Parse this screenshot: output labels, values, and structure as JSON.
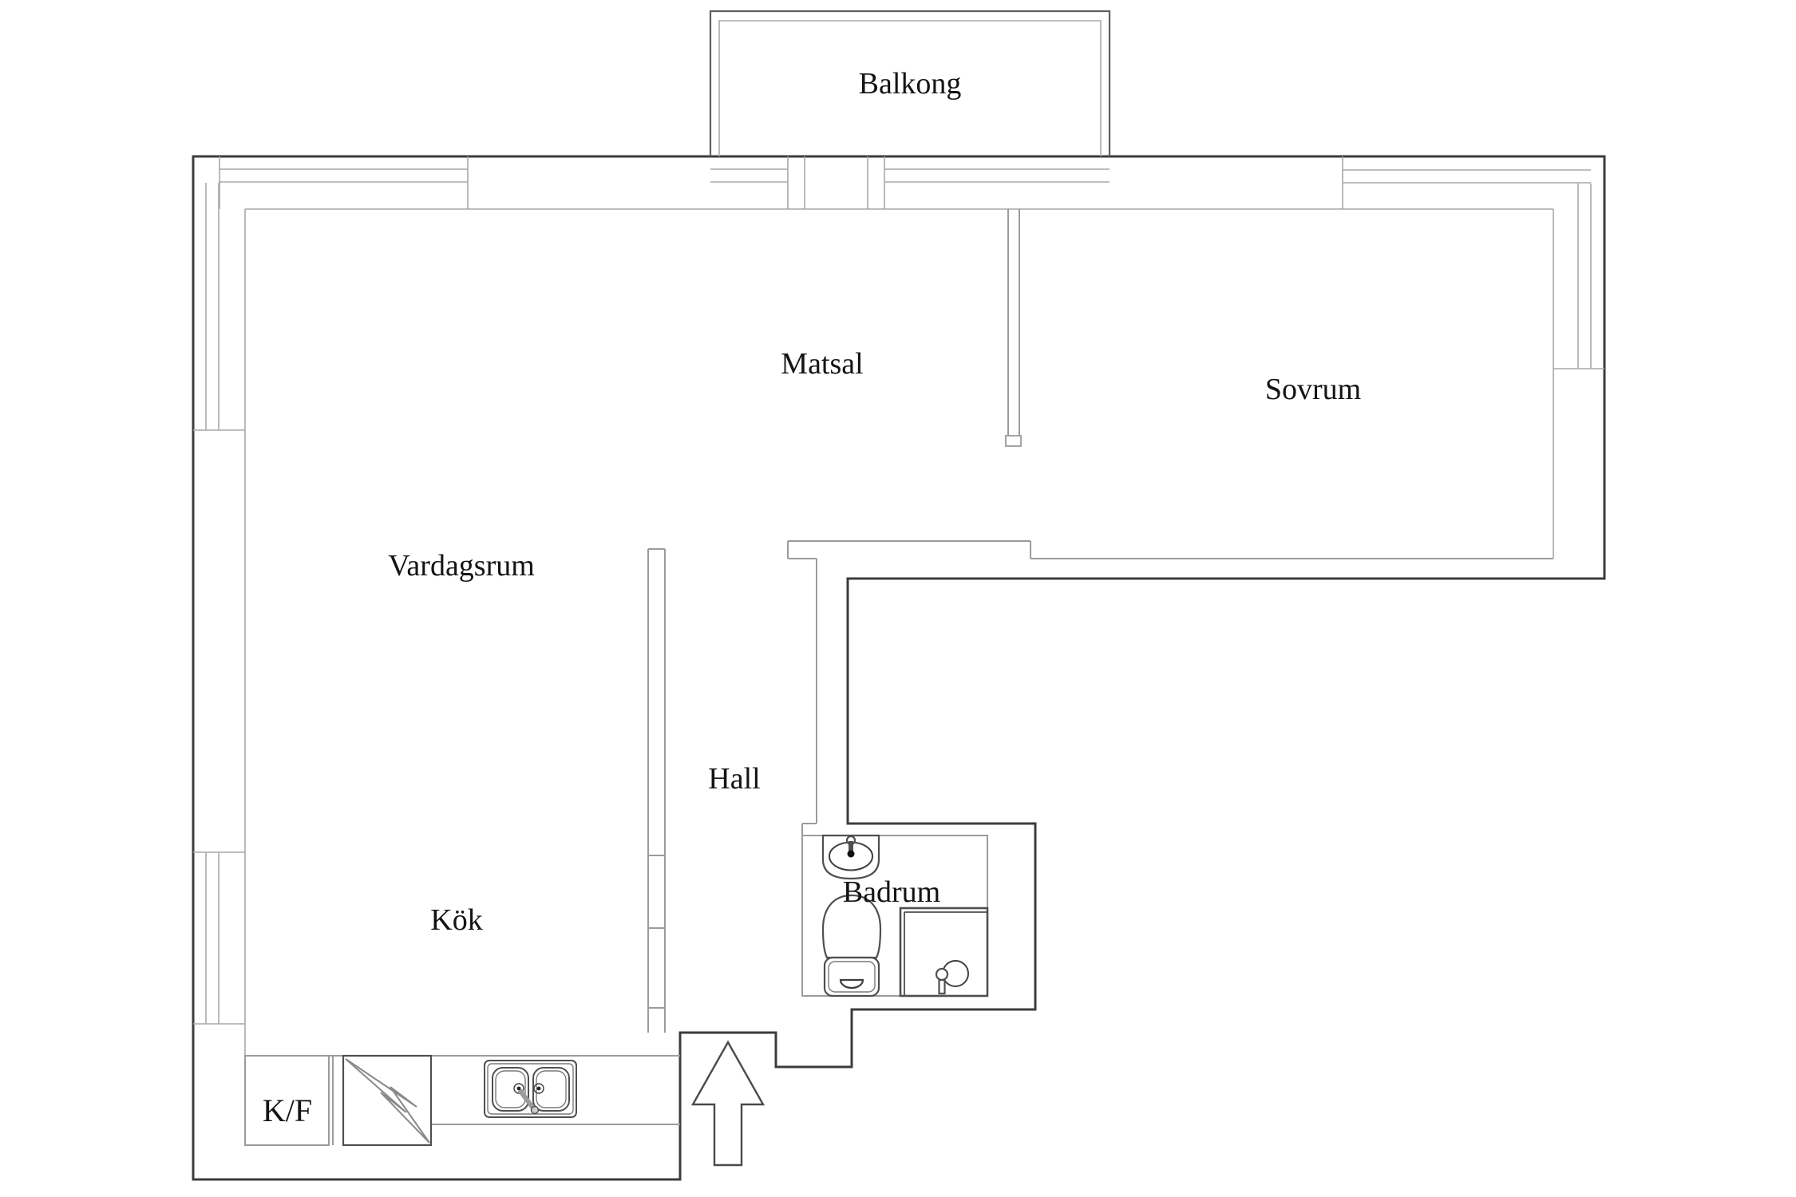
{
  "floorplan": {
    "rooms": [
      {
        "id": "balkong",
        "label": "Balkong"
      },
      {
        "id": "matsal",
        "label": "Matsal"
      },
      {
        "id": "sovrum",
        "label": "Sovrum"
      },
      {
        "id": "vardagsrum",
        "label": "Vardagsrum"
      },
      {
        "id": "hall",
        "label": "Hall"
      },
      {
        "id": "kok",
        "label": "Kök"
      },
      {
        "id": "badrum",
        "label": "Badrum"
      },
      {
        "id": "kf",
        "label": "K/F"
      }
    ],
    "colors": {
      "outer_wall": "#3c3c3c",
      "inner_wall": "#9b9b9b",
      "balcony_line": "#5f5f5f",
      "fixture_line": "#4f4f4f",
      "text": "#141414",
      "background": "#ffffff"
    }
  }
}
